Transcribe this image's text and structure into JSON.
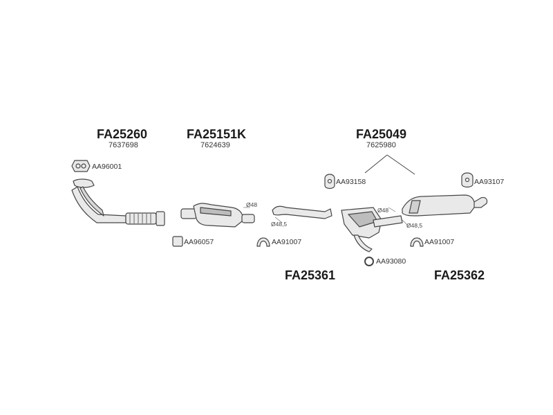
{
  "parts": {
    "front_pipe": {
      "code": "FA25260",
      "oem": "7637698"
    },
    "catalyst": {
      "code": "FA25151K",
      "oem": "7624639"
    },
    "rear_assembly": {
      "code": "FA25049",
      "oem": "7625980"
    },
    "middle_pipe": {
      "code": "FA25361"
    },
    "rear_silencer": {
      "code": "FA25362"
    }
  },
  "accessories": {
    "gasket_front": "AA96001",
    "gasket_cat": "AA96057",
    "clamp_left": "AA91007",
    "clamp_right": "AA91007",
    "hanger_mid": "AA93158",
    "hanger_rear": "AA93107",
    "ring": "AA93080"
  },
  "dimensions": {
    "d48_cat": "Ø48",
    "d485_left": "Ø48,5",
    "d48_mid": "Ø48",
    "d485_right": "Ø48,5"
  },
  "colors": {
    "line": "#444444",
    "fill": "#e9e9e9",
    "shade": "#bdbdbd"
  }
}
